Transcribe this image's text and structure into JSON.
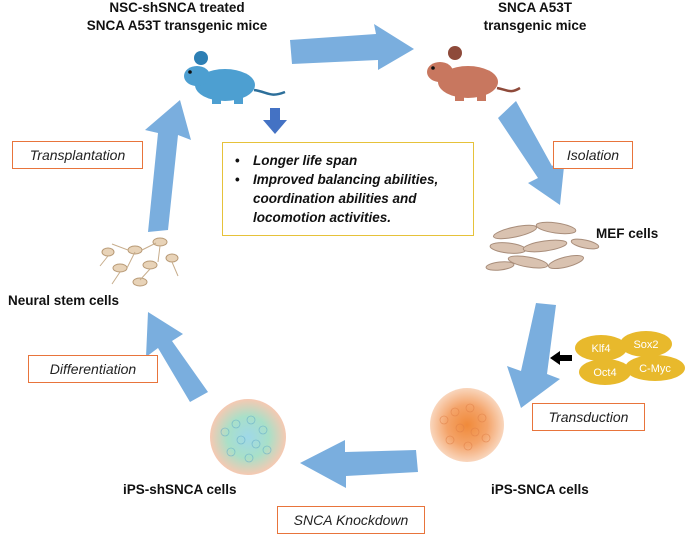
{
  "nodes": {
    "treated_mice": {
      "line1": "NSC-shSNCA treated",
      "line2": "SNCA A53T transgenic mice"
    },
    "transgenic_mice": {
      "line1": "SNCA A53T",
      "line2": "transgenic mice"
    },
    "mef_cells": "MEF cells",
    "ips_snca": "iPS-SNCA cells",
    "ips_shsnca": "iPS-shSNCA cells",
    "neural_stem": "Neural stem cells"
  },
  "steps": {
    "isolation": "Isolation",
    "transduction": "Transduction",
    "knockdown": "SNCA Knockdown",
    "differentiation": "Differentiation",
    "transplantation": "Transplantation"
  },
  "factors": [
    "Klf4",
    "Sox2",
    "Oct4",
    "C-Myc"
  ],
  "outcomes": [
    "Longer life span",
    "Improved balancing abilities, coordination abilities and locomotion activities."
  ],
  "colors": {
    "arrow": "#7aaede",
    "mouse_treated": "#4d9fd1",
    "mouse_transgenic": "#c8775f",
    "factor_fill": "#e8b92c",
    "step_border": "#e8743b",
    "outcome_border": "#e6c23a"
  }
}
